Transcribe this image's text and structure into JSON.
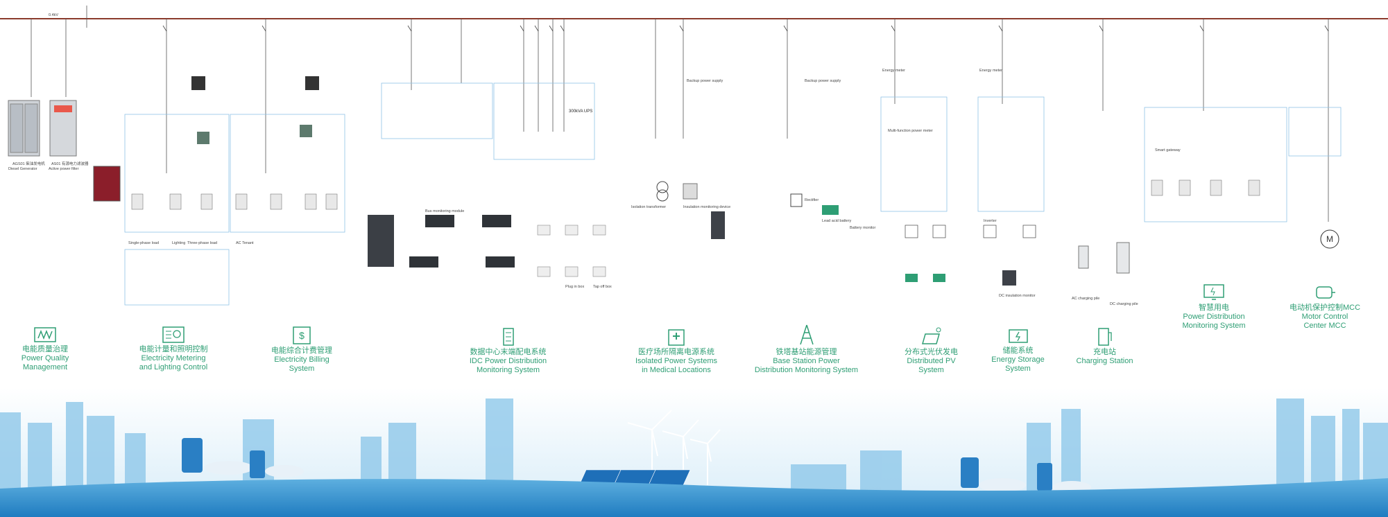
{
  "bus": {
    "voltage_label": "0.4kV",
    "color": "#8b3a2b"
  },
  "colors": {
    "accent": "#2e9e74",
    "sky": "#cfe8f7",
    "city": "#8fc8ea",
    "ground": "#2a86c8"
  },
  "top_devices": [
    {
      "zh": "AGS01 柴油发电机",
      "en": "Diesel Generator"
    },
    {
      "zh": "AS01 有源电力滤波器",
      "en": "Active power filter"
    }
  ],
  "sections": [
    {
      "zh": "电能质量治理",
      "en": [
        "Power Quality",
        "Management"
      ],
      "icon": "power-quality-icon"
    },
    {
      "zh": "电能计量和照明控制",
      "en": [
        "Electricity Metering",
        "and Lighting Control"
      ],
      "icon": "metering-icon"
    },
    {
      "zh": "电能综合计费管理",
      "en": [
        "Electricity Billing",
        "System"
      ],
      "icon": "billing-icon"
    },
    {
      "zh": "数据中心末端配电系统",
      "en": [
        "IDC Power Distribution",
        "Monitoring System"
      ],
      "icon": "datacenter-icon"
    },
    {
      "zh": "医疗场所隔离电源系统",
      "en": [
        "Isolated Power Systems",
        "in Medical Locations"
      ],
      "icon": "hospital-icon"
    },
    {
      "zh": "铁塔基站能源管理",
      "en": [
        "Base Station Power",
        "Distribution Monitoring System"
      ],
      "icon": "tower-icon"
    },
    {
      "zh": "分布式光伏发电",
      "en": [
        "Distributed PV",
        "System"
      ],
      "icon": "solar-icon"
    },
    {
      "zh": "储能系统",
      "en": [
        "Energy Storage",
        "System"
      ],
      "icon": "battery-icon"
    },
    {
      "zh": "充电站",
      "en": [
        "Charging Station"
      ],
      "icon": "charger-icon"
    },
    {
      "zh": "智慧用电",
      "en": [
        "Power Distribution",
        "Monitoring System"
      ],
      "icon": "monitor-icon"
    },
    {
      "zh": "电动机保护控制MCC",
      "en": [
        "Motor Control",
        "Center MCC"
      ],
      "icon": "motor-icon"
    }
  ],
  "labels": {
    "backup_power_1": "Backup power supply",
    "backup_power_2": "Backup power supply",
    "energy_meter_1": "Energy meter",
    "energy_meter_2": "Energy meter",
    "pv_meter": "Multi-function power meter",
    "ups": "300kVA UPS",
    "motor_symbol": "M",
    "ups_battery": "Lead acid battery",
    "single_phase_load": "Single-phase load",
    "three_phase_load": "Three-phase load",
    "lighting": "Lighting",
    "ac_tenant": "AC Tenant",
    "inverter": "Inverter",
    "dc_insulation": "DC insulation monitor",
    "ev_ac": "AC charging pile",
    "ev_dc": "DC charging pile",
    "smart_gateway": "Smart gateway",
    "multi_function_meter": "Multi-function power meter",
    "plug_in_box": "Plug in box",
    "tap_off_box": "Tap off box",
    "isolation_transformer": "Isolation transformer",
    "insulation_monitor": "Insulation monitoring device",
    "rectifier": "Rectifier",
    "battery_monitor": "Battery monitor",
    "bus_monitor": "Bus monitoring module"
  }
}
